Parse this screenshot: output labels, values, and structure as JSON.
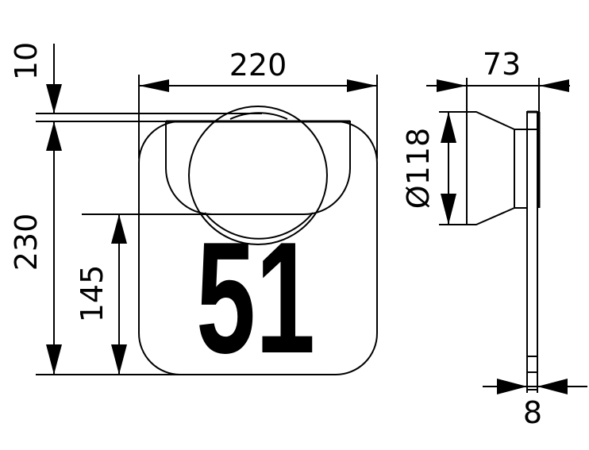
{
  "drawing": {
    "front_view": {
      "house_number": "51",
      "lamp_fill_color": "#d1d1d1",
      "dimensions": {
        "width": "220",
        "top_offset": "10",
        "total_height": "230",
        "number_height": "145"
      }
    },
    "side_view": {
      "dimensions": {
        "depth": "73",
        "diameter": "Ø118",
        "plate_thickness": "8"
      }
    }
  }
}
